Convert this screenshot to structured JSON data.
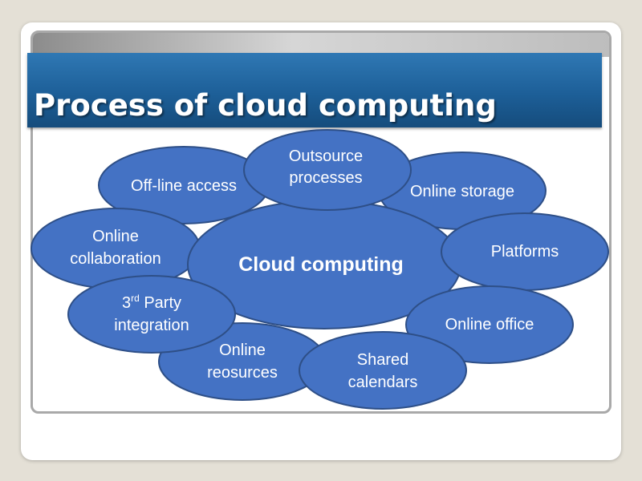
{
  "title": "Process of cloud computing",
  "diagram": {
    "center": "Cloud computing",
    "nodes": [
      {
        "label": "Outsource processes"
      },
      {
        "label": "Off-line access"
      },
      {
        "label": "Online storage"
      },
      {
        "label": "Online collaboration"
      },
      {
        "label": "Platforms"
      },
      {
        "label": "3rd Party integration"
      },
      {
        "label": "Online office"
      },
      {
        "label": "Online reosurces"
      },
      {
        "label": "Shared calendars"
      }
    ]
  },
  "colors": {
    "node_fill": "#4472c4",
    "node_stroke": "#2e4f87",
    "title_bar": "#1d5f98",
    "text": "#ffffff"
  }
}
